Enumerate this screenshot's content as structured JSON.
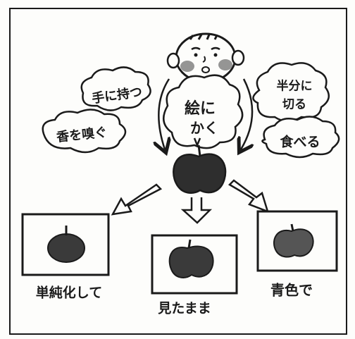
{
  "colors": {
    "ink": "#1a1a1a",
    "paper": "#fdfdfb",
    "apple": "#2e2e2e"
  },
  "clouds": {
    "hold": "手に持つ",
    "smell": "香を嗅ぐ",
    "draw_line1": "絵に",
    "draw_line2": "かく",
    "cut_line1": "半分に",
    "cut_line2": "切る",
    "eat": "食べる"
  },
  "panels": {
    "simplified": "単純化して",
    "as_seen": "見たまま",
    "blue": "青色で"
  }
}
